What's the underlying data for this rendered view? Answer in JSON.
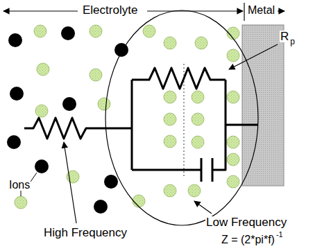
{
  "diagram": {
    "labels": [
      "Electrolyte",
      "Metal",
      "R",
      "p",
      "Ions",
      "High Frequency",
      "Low Frequency",
      "Z = (2*pi*f)",
      "-1"
    ]
  }
}
